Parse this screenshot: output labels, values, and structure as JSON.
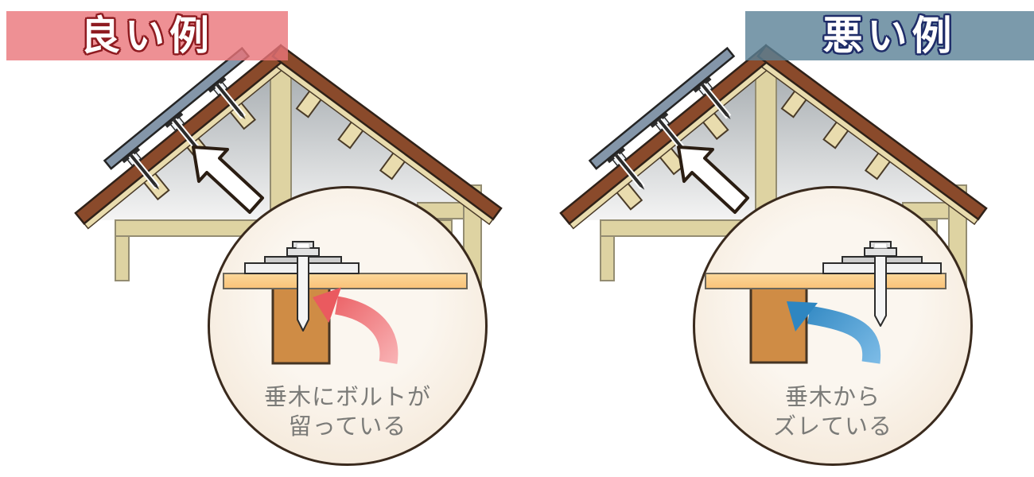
{
  "panels": [
    {
      "id": "good",
      "banner": {
        "label": "良い例",
        "bg": "rgba(234,116,121,0.8)",
        "text_color": "#ffffff",
        "outline_color": "#8e1b20"
      },
      "house": {
        "rafter_alignment": "aligned"
      },
      "magnifier": {
        "caption_line1": "垂木にボルトが",
        "caption_line2": "留っている",
        "bolt_in_rafter": true,
        "arrow_color_start": "#f8b0b2",
        "arrow_color_end": "#ea5a5f"
      }
    },
    {
      "id": "bad",
      "banner": {
        "label": "悪い例",
        "bg": "rgba(90,129,150,0.8)",
        "text_color": "#ffffff",
        "outline_color": "#1f2d69"
      },
      "house": {
        "rafter_alignment": "offset"
      },
      "magnifier": {
        "caption_line1": "垂木から",
        "caption_line2": "ズレている",
        "bolt_in_rafter": false,
        "arrow_color_start": "#7cbbe6",
        "arrow_color_end": "#2e86c1"
      }
    }
  ],
  "colors": {
    "roof_brown": "#8a4a2b",
    "roof_outline": "#2f2118",
    "sheathing_tan": "#e9dcae",
    "sheathing_outline": "#4a3b28",
    "wood_beige": "#ded3a2",
    "wood_outline": "#948d72",
    "attic_top": "#a6acb0",
    "attic_bottom": "#f4f4f4",
    "panel_blue": "#8496a9",
    "bracket_light": "#e8eef4",
    "dark_line": "#2c2c2c",
    "circle_border": "#3a2a1d",
    "circle_center": "#fbf6ef",
    "circle_edge": "#f2e3d0",
    "board_top": "#fcd89b",
    "board_bottom": "#f9c277",
    "board_outline": "#6b665a",
    "rafter_brown": "#cf8c45",
    "rafter_outline": "#453423",
    "metal_fill": "#e2e2e2",
    "plate_upper": "#cdcdcd",
    "plate_lower": "#f2f2f2",
    "caption_gray": "#7b7b78",
    "pointer_arrow_fill": "#ffffff",
    "pointer_arrow_outline": "#2a1d12"
  }
}
